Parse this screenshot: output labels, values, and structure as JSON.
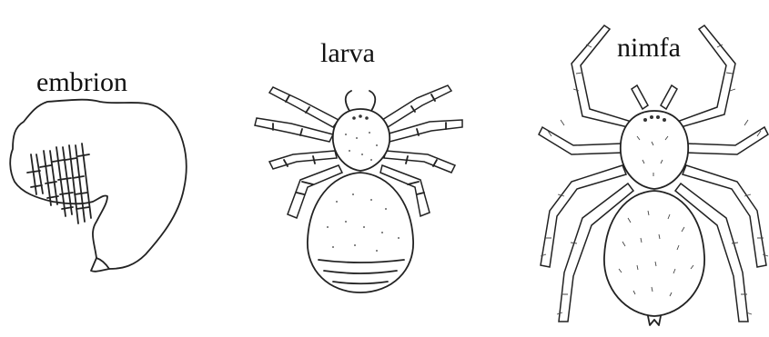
{
  "figures": [
    {
      "id": "embrion",
      "label": "embrion"
    },
    {
      "id": "larva",
      "label": "larva"
    },
    {
      "id": "nimfa",
      "label": "nimfa"
    }
  ]
}
